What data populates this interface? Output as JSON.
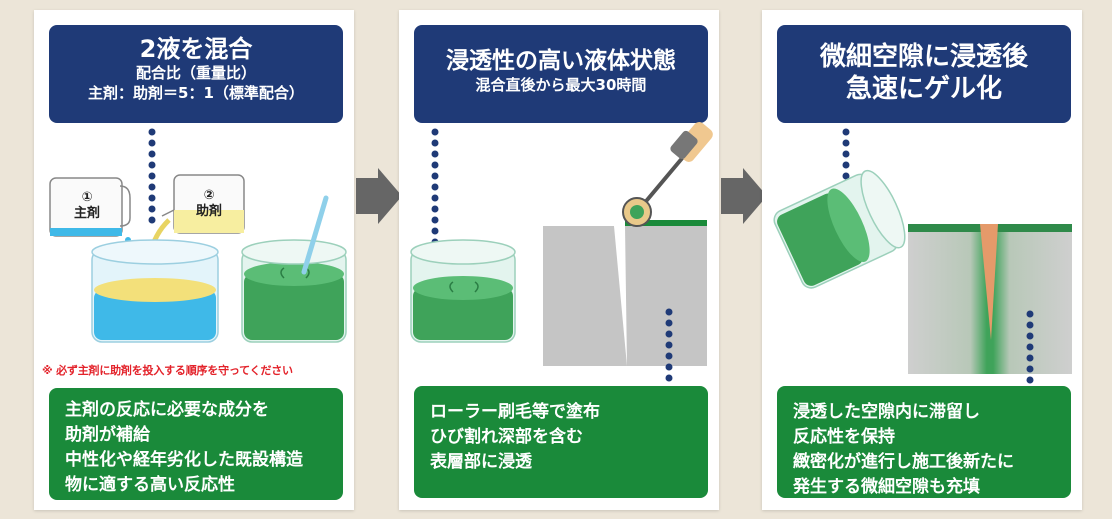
{
  "panels": [
    {
      "title": "2液を混合",
      "subtitle1": "配合比（重量比）",
      "subtitle2": "主剤：助剤＝5：1（標準配合）",
      "warning": "※ 必ず主剤に助剤を投入する順序を守ってください",
      "package_main_num": "①",
      "package_main_label": "主剤",
      "package_sub_num": "②",
      "package_sub_label": "助剤",
      "description": [
        "主剤の反応に必要な成分を",
        "助剤が補給",
        "中性化や経年劣化した既設構造",
        "物に適する高い反応性"
      ]
    },
    {
      "title": "浸透性の高い液体状態",
      "subtitle1": "混合直後から最大30時間",
      "description": [
        "ローラー刷毛等で塗布",
        "ひび割れ深部を含む",
        "表層部に浸透"
      ]
    },
    {
      "title_line1": "微細空隙に浸透後",
      "title_line2": "急速にゲル化",
      "description": [
        "浸透した空隙内に滞留し",
        "反応性を保持",
        "緻密化が進行し施工後新たに",
        "発生する微細空隙も充填"
      ]
    }
  ],
  "colors": {
    "header_bg": "#1f3a77",
    "footer_bg": "#1a8a3a",
    "warning": "#e3222a",
    "arrow": "#666666",
    "liquid_blue": "#3fb9e8",
    "liquid_yellow": "#f3e07a",
    "liquid_green": "#3fa35a"
  }
}
